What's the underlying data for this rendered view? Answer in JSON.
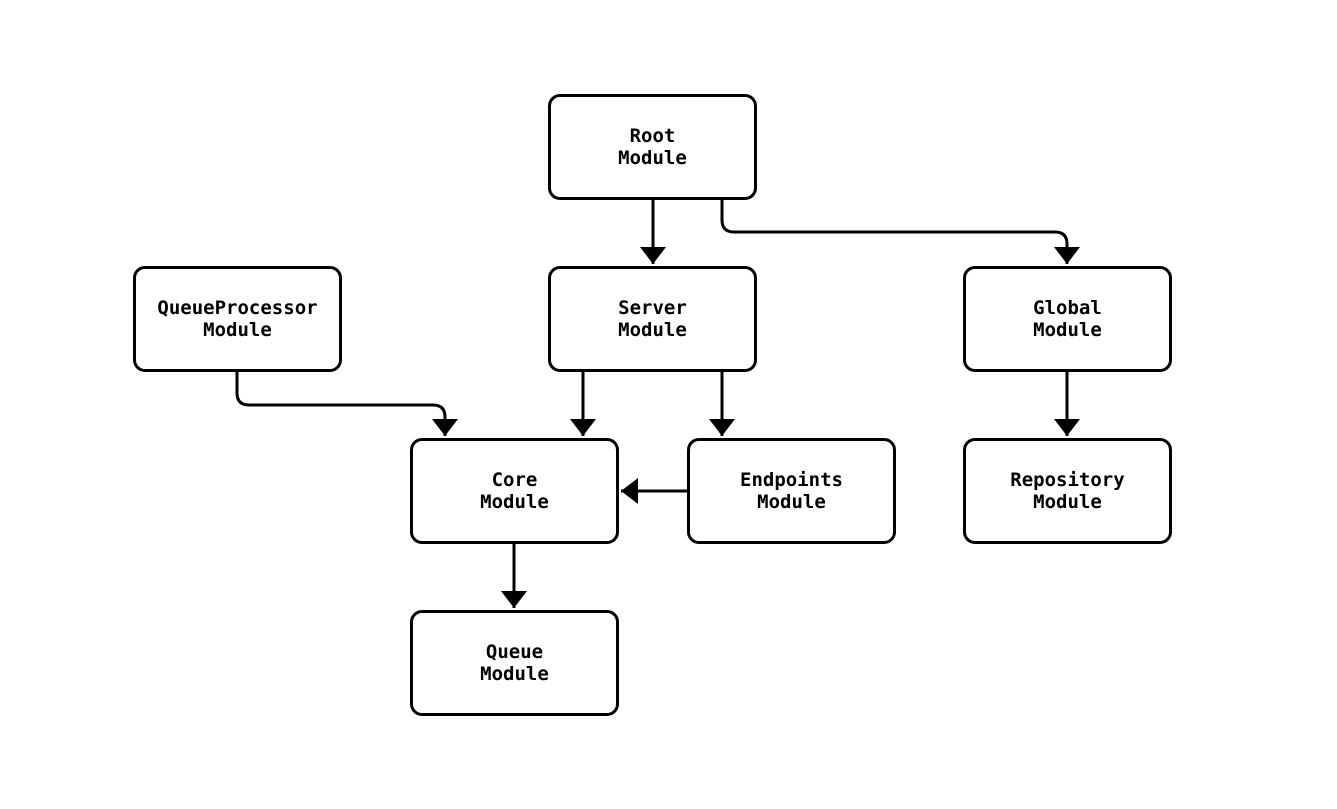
{
  "diagram": {
    "type": "module-dependency-flowchart",
    "background_color": "#ffffff",
    "stroke_color": "#000000",
    "text_color": "#000000",
    "nodes": [
      {
        "id": "root",
        "label": "Root\nModule"
      },
      {
        "id": "queueprocessor",
        "label": "QueueProcessor\nModule"
      },
      {
        "id": "server",
        "label": "Server\nModule"
      },
      {
        "id": "global",
        "label": "Global\nModule"
      },
      {
        "id": "core",
        "label": "Core\nModule"
      },
      {
        "id": "endpoints",
        "label": "Endpoints\nModule"
      },
      {
        "id": "repository",
        "label": "Repository\nModule"
      },
      {
        "id": "queue",
        "label": "Queue\nModule"
      }
    ],
    "edges": [
      {
        "from": "root",
        "to": "server"
      },
      {
        "from": "root",
        "to": "global"
      },
      {
        "from": "queueprocessor",
        "to": "core"
      },
      {
        "from": "server",
        "to": "core"
      },
      {
        "from": "server",
        "to": "endpoints"
      },
      {
        "from": "endpoints",
        "to": "core"
      },
      {
        "from": "core",
        "to": "queue"
      },
      {
        "from": "global",
        "to": "repository"
      }
    ]
  }
}
